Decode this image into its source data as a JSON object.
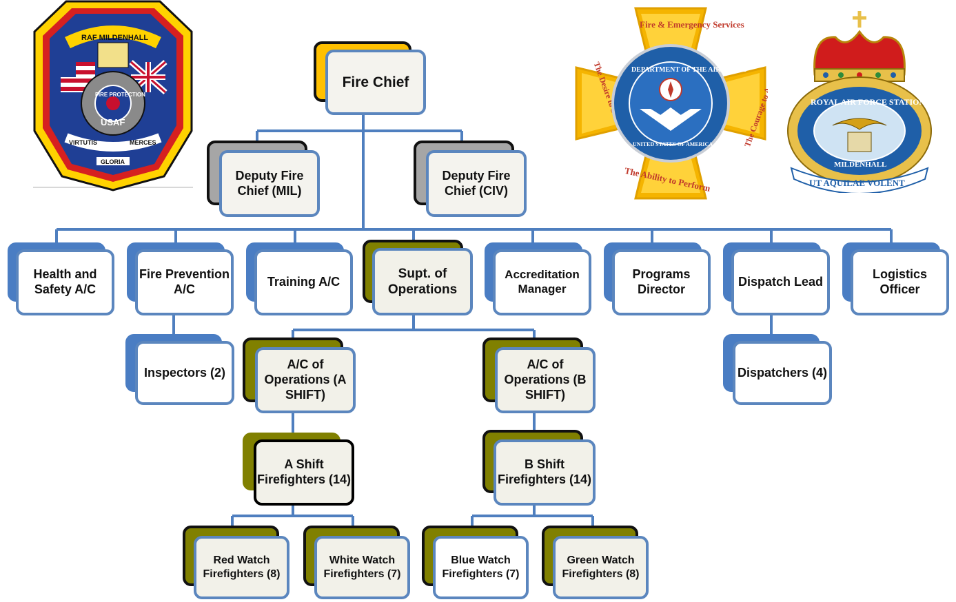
{
  "org_chart": {
    "fire_chief": "Fire Chief",
    "deputy_mil": "Deputy Fire Chief (MIL)",
    "deputy_civ": "Deputy Fire Chief (CIV)",
    "health_safety": "Health and Safety A/C",
    "fire_prevention": "Fire Prevention A/C",
    "training": "Training A/C",
    "supt_operations": "Supt. of Operations",
    "accreditation": "Accreditation Manager",
    "programs": "Programs Director",
    "dispatch_lead": "Dispatch Lead",
    "logistics": "Logistics Officer",
    "inspectors": "Inspectors (2)",
    "dispatchers": "Dispatchers (4)",
    "ac_ops_a": "A/C of Operations (A SHIFT)",
    "ac_ops_b": "A/C of Operations (B SHIFT)",
    "a_shift": "A Shift Firefighters (14)",
    "b_shift": "B Shift Firefighters (14)",
    "red_watch": "Red Watch Firefighters (8)",
    "white_watch": "White Watch Firefighters (7)",
    "blue_watch": "Blue Watch Firefighters (7)",
    "green_watch": "Green Watch Firefighters (8)"
  },
  "logos": {
    "mildenhall_fire": {
      "top_text": "RAF MILDENHALL",
      "ribbon": "FIRE PROTECTION",
      "center": "USAF",
      "motto_left": "VIRTUTIS",
      "motto_right": "MERCES",
      "motto_bottom": "GLORIA"
    },
    "af_fire_emergency": {
      "top": "Fire & Emergency Services",
      "ring": "DEPARTMENT OF THE AIR FORCE",
      "ring_bottom": "UNITED STATES OF AMERICA",
      "left_arm": "The Desire to Serve",
      "right_arm": "The Courage to Act",
      "bottom": "The Ability to Perform"
    },
    "raf_station": {
      "ring": "ROYAL AIR FORCE STATION",
      "name": "MILDENHALL",
      "motto": "UT AQUILAE VOLENT"
    }
  },
  "colors": {
    "connector": "#4f7fbf",
    "box_border": "#5b86be",
    "accent_gold": "#ffc000",
    "accent_olive": "#808000",
    "accent_gray": "#a6a6a6",
    "accent_blue": "#4a7dc3"
  }
}
